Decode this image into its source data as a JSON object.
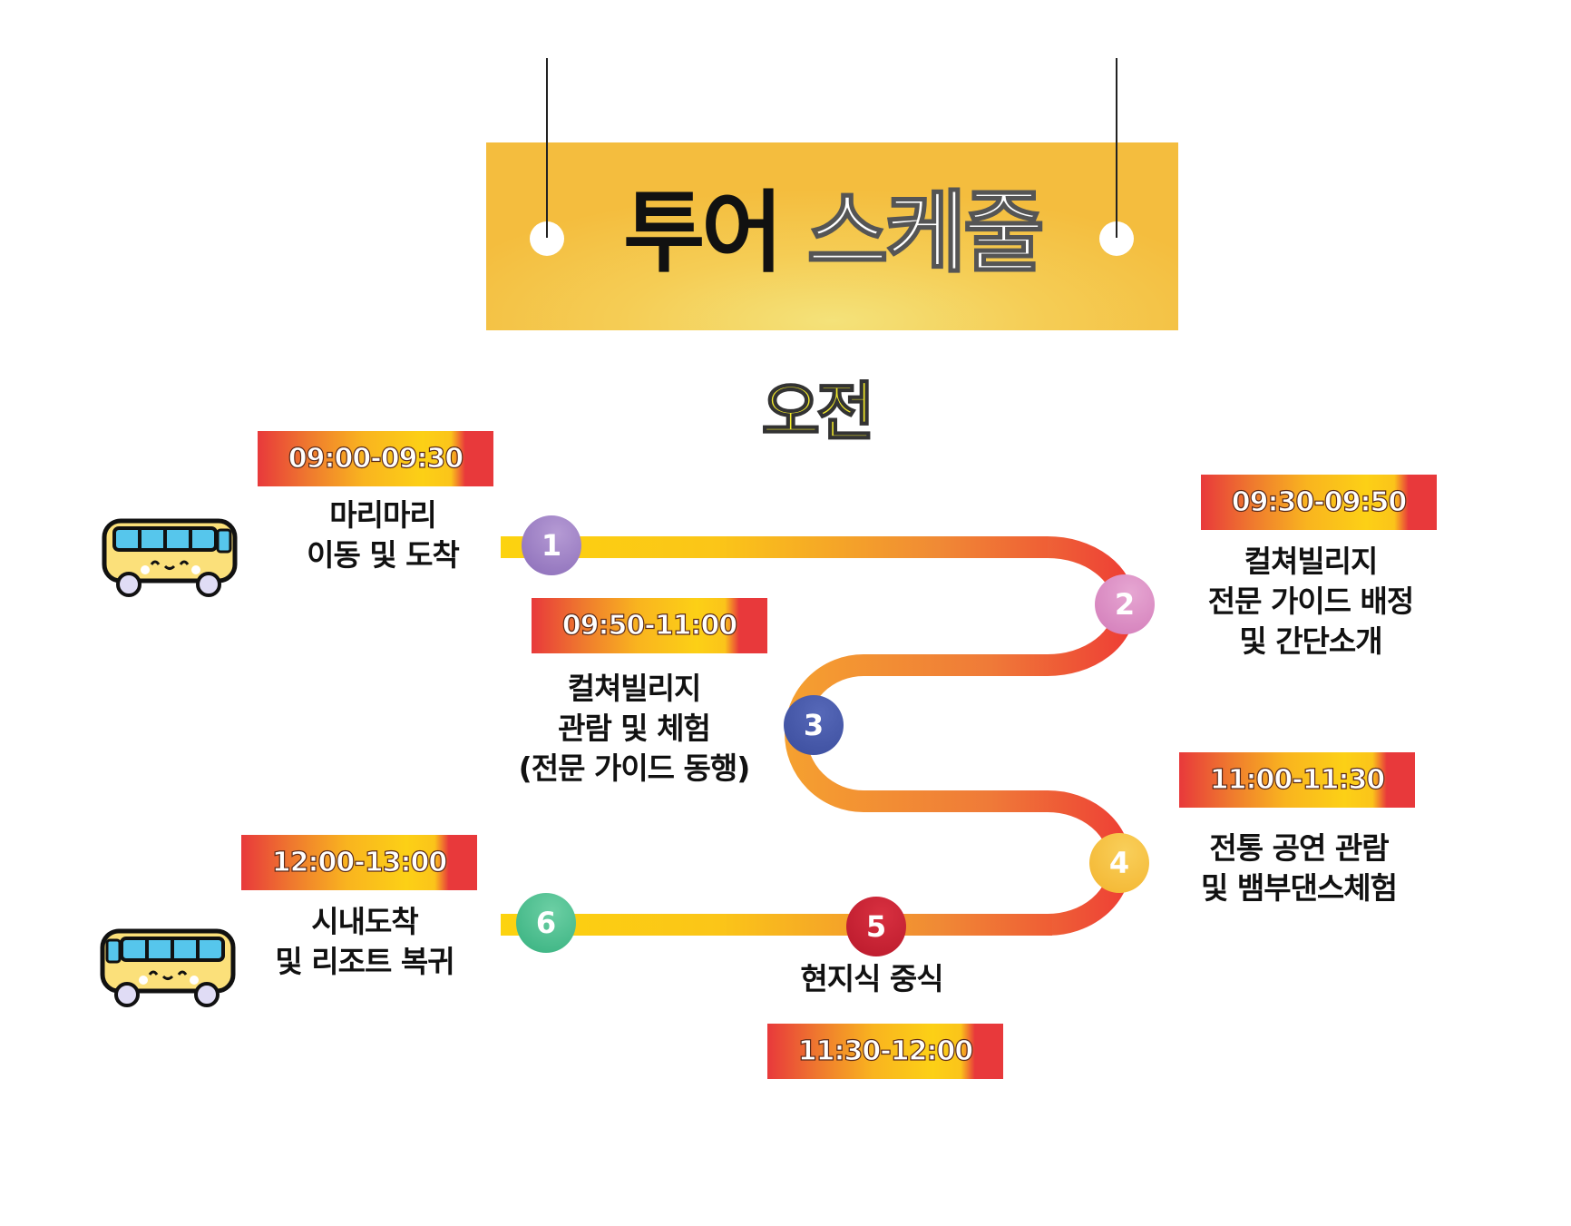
{
  "header": {
    "title_part1": "투어",
    "title_part2": "스케줄",
    "subtitle": "오전"
  },
  "colors": {
    "banner": "#f4bd3e",
    "subtitle": "#f2ea2a",
    "route_start": "#fcd30f",
    "route_end": "#ee4035"
  },
  "steps": [
    {
      "number": "1",
      "time": "09:00-09:30",
      "lines": [
        "마리마리",
        "이동 및 도착"
      ],
      "color": "#9a7cc0"
    },
    {
      "number": "2",
      "time": "09:30-09:50",
      "lines": [
        "컬쳐빌리지",
        "전문 가이드 배정",
        "및 간단소개"
      ],
      "color": "#d98cc0"
    },
    {
      "number": "3",
      "time": "09:50-11:00",
      "lines": [
        "컬쳐빌리지",
        "관람 및 체험",
        "(전문 가이드 동행)"
      ],
      "color": "#4257a8"
    },
    {
      "number": "4",
      "time": "11:00-11:30",
      "lines": [
        "전통 공연 관람",
        "및 뱀부댄스체험"
      ],
      "color": "#f5bd3a"
    },
    {
      "number": "5",
      "time": "11:30-12:00",
      "lines": [
        "현지식 중식"
      ],
      "color": "#c41e2e"
    },
    {
      "number": "6",
      "time": "12:00-13:00",
      "lines": [
        "시내도착",
        "및 리조트 복귀"
      ],
      "color": "#3fb98a"
    }
  ],
  "icons": {
    "start": "bus-icon",
    "end": "bus-icon"
  }
}
